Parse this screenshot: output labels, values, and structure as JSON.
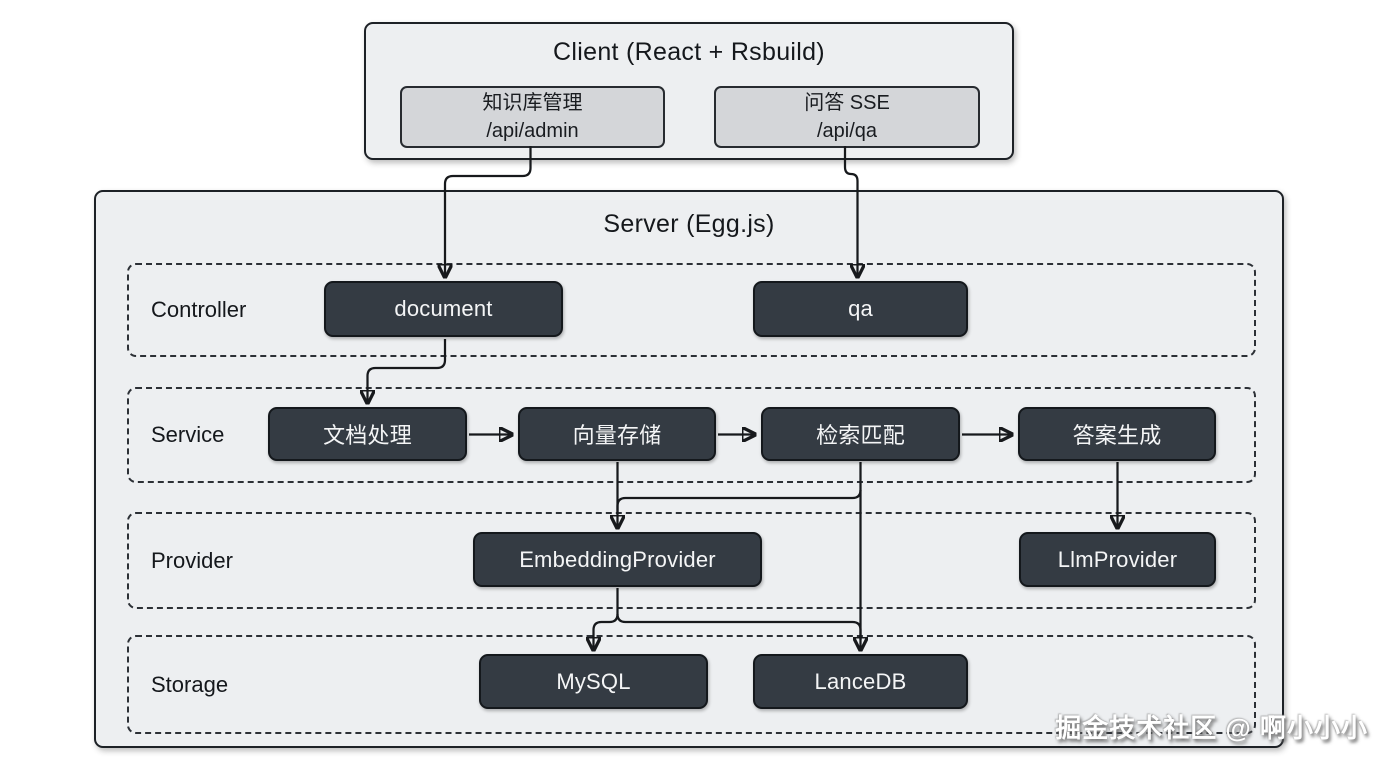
{
  "client": {
    "title": "Client (React + Rsbuild)",
    "modules": [
      {
        "name": "知识库管理",
        "path": "/api/admin"
      },
      {
        "name": "问答 SSE",
        "path": "/api/qa"
      }
    ]
  },
  "server": {
    "title": "Server (Egg.js)",
    "layers": [
      {
        "label": "Controller",
        "nodes": [
          {
            "label": "document"
          },
          {
            "label": "qa"
          }
        ]
      },
      {
        "label": "Service",
        "nodes": [
          {
            "label": "文档处理"
          },
          {
            "label": "向量存储"
          },
          {
            "label": "检索匹配"
          },
          {
            "label": "答案生成"
          }
        ]
      },
      {
        "label": "Provider",
        "nodes": [
          {
            "label": "EmbeddingProvider"
          },
          {
            "label": "LlmProvider"
          }
        ]
      },
      {
        "label": "Storage",
        "nodes": [
          {
            "label": "MySQL"
          },
          {
            "label": "LanceDB"
          }
        ]
      }
    ]
  },
  "edges": [
    {
      "from": "知识库管理 /api/admin",
      "to": "document"
    },
    {
      "from": "问答 SSE /api/qa",
      "to": "qa"
    },
    {
      "from": "document",
      "to": "文档处理"
    },
    {
      "from": "文档处理",
      "to": "向量存储"
    },
    {
      "from": "向量存储",
      "to": "检索匹配"
    },
    {
      "from": "检索匹配",
      "to": "答案生成"
    },
    {
      "from": "向量存储",
      "to": "EmbeddingProvider"
    },
    {
      "from": "检索匹配",
      "to": "EmbeddingProvider"
    },
    {
      "from": "检索匹配",
      "to": "LanceDB"
    },
    {
      "from": "答案生成",
      "to": "LlmProvider"
    },
    {
      "from": "EmbeddingProvider",
      "to": "MySQL"
    },
    {
      "from": "EmbeddingProvider",
      "to": "LanceDB"
    }
  ],
  "watermark": "掘金技术社区 @ 啊小小小",
  "colors": {
    "panel_bg": "#edeff1",
    "client_module_bg": "#d4d6d9",
    "node_bg": "#343b43",
    "node_text": "#f4f5f6",
    "line": "#17191c",
    "dashed_border": "#2c3036"
  }
}
